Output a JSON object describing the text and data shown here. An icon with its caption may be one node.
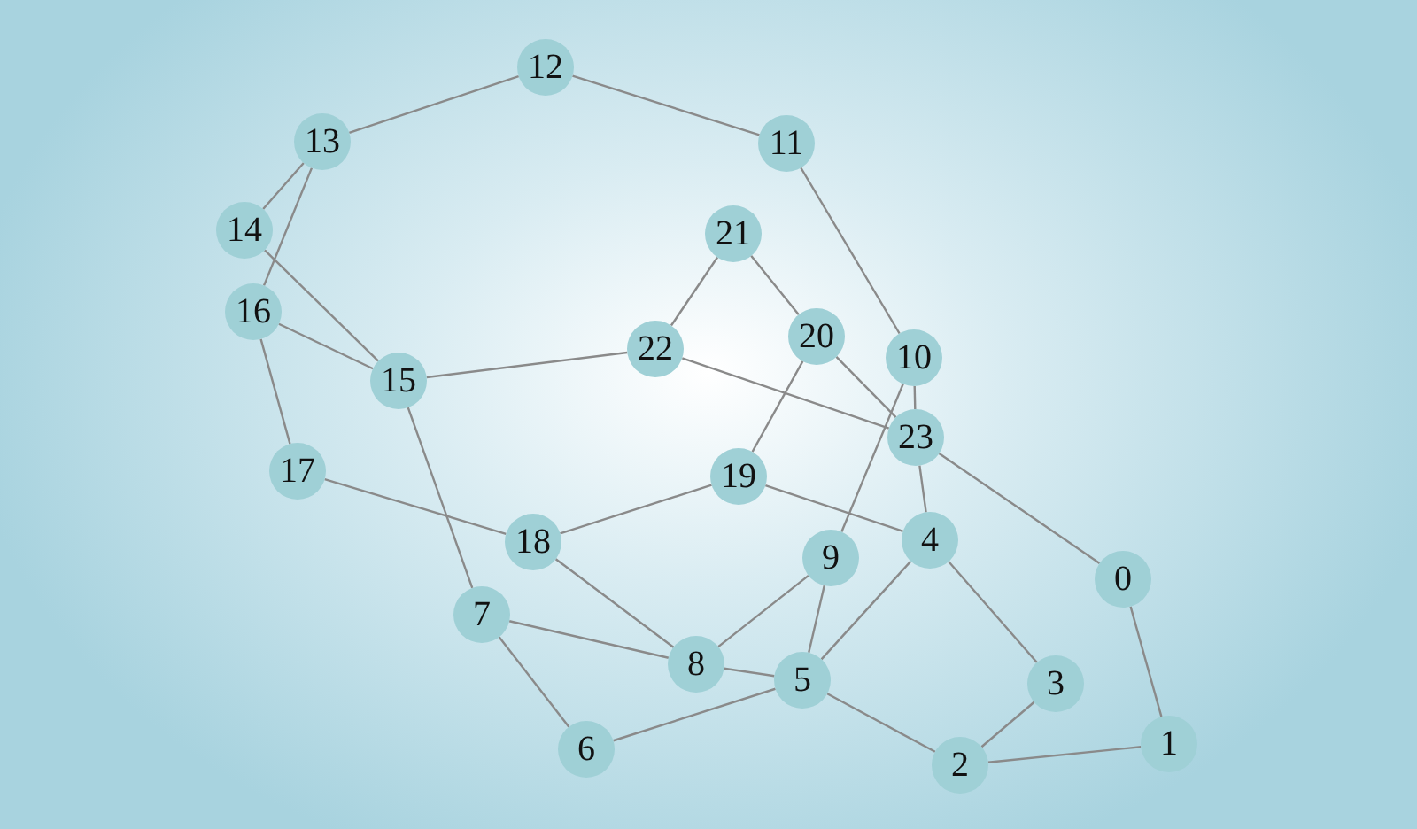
{
  "diagram": {
    "nodes": [
      {
        "text": [
          "0"
        ]
      },
      {
        "text": [
          "1"
        ]
      },
      {
        "text": [
          "2"
        ]
      },
      {
        "text": [
          "3"
        ]
      },
      {
        "text": [
          "4"
        ]
      },
      {
        "text": [
          "5"
        ]
      },
      {
        "text": [
          "6"
        ]
      },
      {
        "text": [
          "7"
        ]
      },
      {
        "text": [
          "8"
        ]
      },
      {
        "text": [
          "9"
        ]
      },
      {
        "text": [
          "10"
        ]
      },
      {
        "text": [
          "11"
        ]
      },
      {
        "text": [
          "12"
        ]
      },
      {
        "text": [
          "13"
        ]
      },
      {
        "text": [
          "14"
        ]
      },
      {
        "text": [
          "15"
        ]
      },
      {
        "text": [
          "16"
        ]
      },
      {
        "text": [
          "17"
        ]
      },
      {
        "text": [
          "18"
        ]
      },
      {
        "text": [
          "19"
        ]
      },
      {
        "text": [
          "20"
        ]
      },
      {
        "text": [
          "21"
        ]
      },
      {
        "text": [
          "22"
        ]
      },
      {
        "text": [
          "23"
        ]
      }
    ],
    "edges": [
      {
        "from": 12,
        "to": 13,
        "arrow": "none"
      },
      {
        "from": 12,
        "to": 11,
        "arrow": "none"
      },
      {
        "from": 13,
        "to": 14,
        "arrow": "none"
      },
      {
        "from": 13,
        "to": 16,
        "arrow": "none"
      },
      {
        "from": 14,
        "to": 15,
        "arrow": "none"
      },
      {
        "from": 16,
        "to": 15,
        "arrow": "none"
      },
      {
        "from": 16,
        "to": 17,
        "arrow": "none"
      },
      {
        "from": 11,
        "to": 10,
        "arrow": "none"
      },
      {
        "from": 21,
        "to": 22,
        "arrow": "none"
      },
      {
        "from": 21,
        "to": 20,
        "arrow": "none"
      },
      {
        "from": 22,
        "to": 15,
        "arrow": "none"
      },
      {
        "from": 22,
        "to": 23,
        "arrow": "none"
      },
      {
        "from": 20,
        "to": 23,
        "arrow": "none"
      },
      {
        "from": 20,
        "to": 19,
        "arrow": "none"
      },
      {
        "from": 10,
        "to": 23,
        "arrow": "none"
      },
      {
        "from": 10,
        "to": 9,
        "arrow": "none"
      },
      {
        "from": 23,
        "to": 4,
        "arrow": "none"
      },
      {
        "from": 23,
        "to": 0,
        "arrow": "none"
      },
      {
        "from": 17,
        "to": 18,
        "arrow": "none"
      },
      {
        "from": 15,
        "to": 7,
        "arrow": "none"
      },
      {
        "from": 19,
        "to": 18,
        "arrow": "none"
      },
      {
        "from": 19,
        "to": 4,
        "arrow": "none"
      },
      {
        "from": 18,
        "to": 8,
        "arrow": "none"
      },
      {
        "from": 9,
        "to": 8,
        "arrow": "none"
      },
      {
        "from": 9,
        "to": 5,
        "arrow": "none"
      },
      {
        "from": 4,
        "to": 5,
        "arrow": "none"
      },
      {
        "from": 4,
        "to": 3,
        "arrow": "none"
      },
      {
        "from": 7,
        "to": 8,
        "arrow": "none"
      },
      {
        "from": 7,
        "to": 6,
        "arrow": "none"
      },
      {
        "from": 8,
        "to": 5,
        "arrow": "none"
      },
      {
        "from": 5,
        "to": 2,
        "arrow": "none"
      },
      {
        "from": 6,
        "to": 5,
        "arrow": "none"
      },
      {
        "from": 3,
        "to": 2,
        "arrow": "none"
      },
      {
        "from": 2,
        "to": 1,
        "arrow": "none"
      },
      {
        "from": 0,
        "to": 1,
        "arrow": "none"
      }
    ]
  }
}
